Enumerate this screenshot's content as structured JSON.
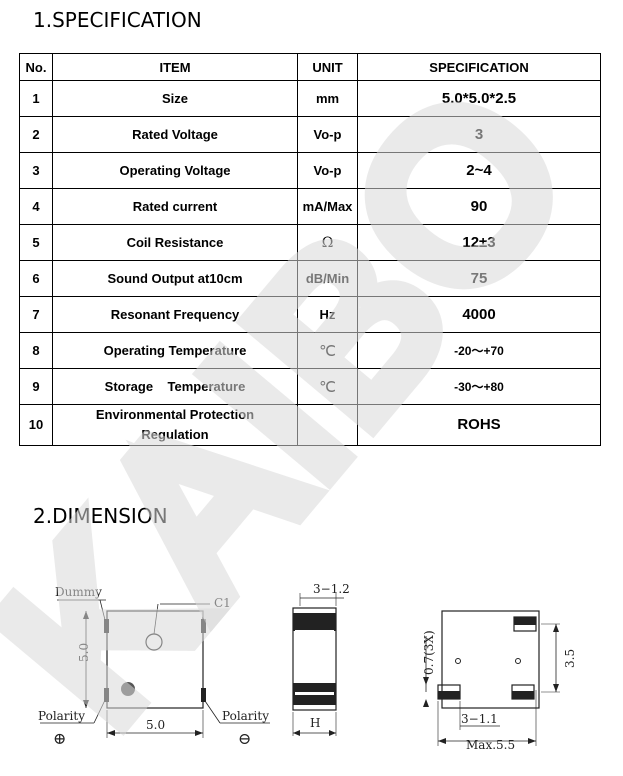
{
  "sections": {
    "spec_title": "1.SPECIFICATION",
    "dim_title": "2.DIMENSION"
  },
  "table": {
    "headers": [
      "No.",
      "ITEM",
      "UNIT",
      "SPECIFICATION"
    ],
    "rows": [
      {
        "no": "1",
        "item": "Size",
        "unit": "mm",
        "spec": "5.0*5.0*2.5"
      },
      {
        "no": "2",
        "item": "Rated Voltage",
        "unit": "Vo-p",
        "spec": "3"
      },
      {
        "no": "3",
        "item": "Operating Voltage",
        "unit": "Vo-p",
        "spec": "2~4"
      },
      {
        "no": "4",
        "item": "Rated current",
        "unit": "mA/Max",
        "spec": "90"
      },
      {
        "no": "5",
        "item": "Coil Resistance",
        "unit": "Ω",
        "spec": "12±3"
      },
      {
        "no": "6",
        "item": "Sound Output at10cm",
        "unit": "dB/Min",
        "spec": "75"
      },
      {
        "no": "7",
        "item": "Resonant Frequency",
        "unit": "Hz",
        "spec": "4000"
      },
      {
        "no": "8",
        "item": "Operating Temperature",
        "unit": "℃",
        "spec": "-20～+70"
      },
      {
        "no": "9",
        "item": "Storage    Temperature",
        "unit": "℃",
        "spec": "-30～+80"
      },
      {
        "no": "10",
        "item": "Environmental Protection Regulation",
        "unit": "",
        "spec": "ROHS"
      }
    ]
  },
  "watermark": "KAIBO",
  "drawing": {
    "label_dummy": "Dummy",
    "label_c1": "C1",
    "label_height": "5.0",
    "label_width": "5.0",
    "label_polarity_left": "Polarity",
    "label_polarity_right": "Polarity",
    "symbol_plus": "⊕",
    "symbol_minus": "⊖",
    "label_side_top": "3−1.2",
    "label_side_h": "H",
    "label_bottom_left": "0.7(3X)",
    "label_bottom_right": "3.5",
    "label_bottom_pad": "3−1.1",
    "label_bottom_max": "Max.5.5"
  }
}
